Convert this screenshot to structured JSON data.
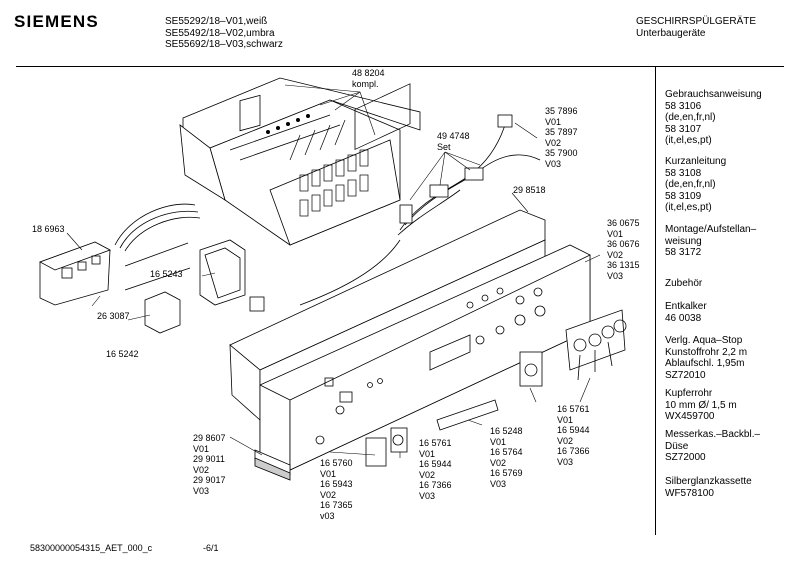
{
  "header": {
    "brand": "SIEMENS",
    "models": [
      "SE55292/18–V01,weiß",
      "SE55492/18–V02,umbra",
      "SE55692/18–V03,schwarz"
    ],
    "category": "GESCHIRRSPÜLGERÄTE",
    "subcategory": "Unterbaugeräte"
  },
  "labels": {
    "l488204": [
      "48 8204",
      "kompl."
    ],
    "l494748": [
      "49 4748",
      "Set"
    ],
    "l357896": [
      "35 7896",
      "V01",
      "35 7897",
      "V02",
      "35 7900",
      "V03"
    ],
    "l298518": [
      "29 8518"
    ],
    "l360675": [
      "36 0675",
      "V01",
      "36 0676",
      "V02",
      "36 1315",
      "V03"
    ],
    "l186963": [
      "18 6963"
    ],
    "l165243": [
      "16 5243"
    ],
    "l263087": [
      "26 3087"
    ],
    "l165242": [
      "16 5242"
    ],
    "l165761r": [
      "16 5761",
      "V01",
      "16 5944",
      "V02",
      "16 7366",
      "V03"
    ],
    "l165248": [
      "16 5248",
      "V01",
      "16 5764",
      "V02",
      "16 5769",
      "V03"
    ],
    "l165761b": [
      "16 5761",
      "V01",
      "16 5944",
      "V02",
      "16 7366",
      "V03"
    ],
    "l165760": [
      "16 5760",
      "V01",
      "16 5943",
      "V02",
      "16 7365",
      "v03"
    ],
    "l298607": [
      "29 8607",
      "V01",
      "29 9011",
      "V02",
      "29 9017",
      "V03"
    ]
  },
  "sidebar": [
    [
      "Gebrauchsanweisung",
      "58 3106",
      "(de,en,fr,nl)",
      "58 3107",
      "(it,el,es,pt)"
    ],
    [
      "Kurzanleitung",
      "58 3108",
      "(de,en,fr,nl)",
      "58 3109",
      "(it,el,es,pt)"
    ],
    [
      "Montage/Aufstellan–",
      "weisung",
      "58 3172"
    ],
    [
      "Zubehör"
    ],
    [
      "Entkalker",
      "46 0038"
    ],
    [
      "Verlg. Aqua–Stop",
      "Kunstoffrohr 2,2 m",
      "Ablaufschl. 1,95m",
      "SZ72010"
    ],
    [
      "Kupferrohr",
      "10 mm Ø/ 1,5 m",
      "WX459700"
    ],
    [
      "Messerkas.–Backbl.–",
      "Düse",
      "SZ72000"
    ],
    [
      "Silberglanzkassette",
      "WF578100"
    ]
  ],
  "footer": {
    "doc_id": "58300000054315_AET_000_c",
    "page": "-6/1"
  }
}
